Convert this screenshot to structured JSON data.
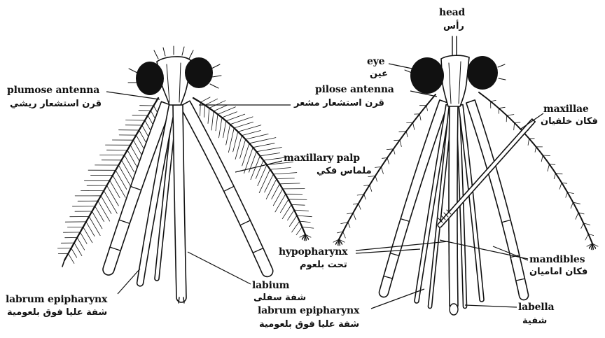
{
  "diagram": {
    "left_figure": {
      "plumose_antenna": {
        "en": "plumose antenna",
        "ar": "قرن استشعار ريشي"
      },
      "maxillary_palp": {
        "en": "maxillary palp",
        "ar": "ملماس فكي"
      },
      "labrum_epipharynx": {
        "en": "labrum epipharynx",
        "ar": "شفة عليا فوق بلعومية"
      },
      "labium": {
        "en": "labium",
        "ar": "شفة سفلى"
      }
    },
    "right_figure": {
      "head": {
        "en": "head",
        "ar": "رأس"
      },
      "eye": {
        "en": "eye",
        "ar": "عين"
      },
      "pilose_antenna": {
        "en": "pilose antenna",
        "ar": "قرن استشعار مشعر"
      },
      "maxillae": {
        "en": "maxillae",
        "ar": "فكان خلفيان"
      },
      "hypopharynx": {
        "en": "hypopharynx",
        "ar": "تحت بلعوم"
      },
      "mandibles": {
        "en": "mandibles",
        "ar": "فكان اماميان"
      },
      "labrum_epipharynx": {
        "en": "labrum epipharynx",
        "ar": "شفة عليا فوق بلعومية"
      },
      "labella": {
        "en": "labella",
        "ar": "شفية"
      }
    },
    "colors": {
      "ink": "#111111",
      "paper": "#ffffff"
    }
  }
}
